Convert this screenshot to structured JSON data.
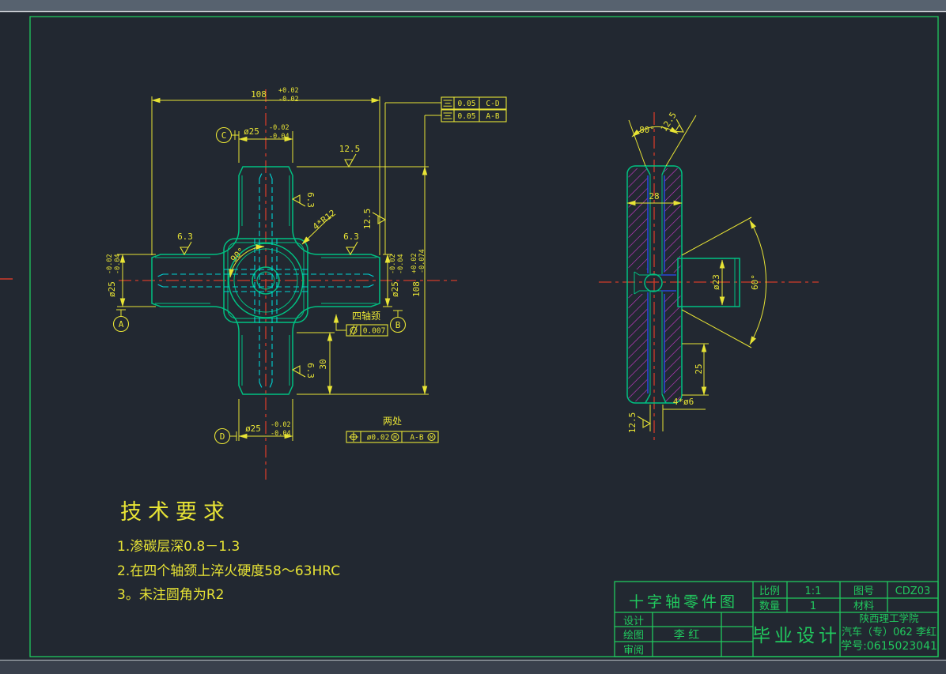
{
  "colors": {
    "background": "#222831",
    "object_green": "#00c182",
    "frame_green": "#21c95e",
    "dim_yellow": "#e8e435",
    "hidden_cyan": "#00d4d4",
    "center_red": "#d23b2a",
    "hatch_magenta": "#cf3ccf",
    "section_blue": "#2749d6"
  },
  "main_view": {
    "dims": {
      "overall_width": {
        "value": "108",
        "tol_up": "+0.02",
        "tol_low": "-0.02"
      },
      "overall_height": {
        "value": "108",
        "tol_up": "+0.02",
        "tol_low": "-0.074"
      },
      "journal_dia": {
        "value": "ø25",
        "tol_up": "-0.02",
        "tol_low": "-0.04"
      },
      "seat_length": "30",
      "fillet_note": "4*R12",
      "axis_angle": "90°"
    },
    "roughness": {
      "fine": "6.3",
      "coarse": "12.5"
    },
    "datums": {
      "a": "A",
      "b": "B",
      "c": "C",
      "d": "D"
    },
    "gdt": {
      "symmetry_1": {
        "value": "0.05",
        "datum": "C-D"
      },
      "symmetry_2": {
        "value": "0.05",
        "datum": "A-B"
      },
      "cylindricity": {
        "note": "四轴颈",
        "value": "0.007"
      },
      "position": {
        "note": "两处",
        "value": "ø0.02",
        "modifier": "M",
        "datum": "A-B"
      }
    }
  },
  "side_view": {
    "dims": {
      "hub_width": "28",
      "journal_dia": "ø23",
      "cone_angle": "60°",
      "chamfer_angle": "80°",
      "hole_depth": "25",
      "oil_holes": "4*ø6"
    },
    "roughness": "12.5"
  },
  "tech_requirements": {
    "title": "技术要求",
    "items": [
      "1.渗碳层深0.8－1.3",
      "2.在四个轴颈上淬火硬度58～63HRC",
      "3。未注圆角为R2"
    ]
  },
  "title_block": {
    "part_name": "十字轴零件图",
    "scale_label": "比例",
    "scale_value": "1:1",
    "qty_label": "数量",
    "qty_value": "1",
    "drawing_no_label": "图号",
    "drawing_no_value": "CDZ03",
    "material_label": "材料",
    "material_value": "",
    "design_label": "设计",
    "design_value": "",
    "draft_label": "绘图",
    "draft_value": "李 红",
    "review_label": "审阅",
    "review_value": "",
    "project_name": "毕业设计",
    "school": "陕西理工学院",
    "class_info": "汽车（专）062 李红",
    "student_id": "学号:0615023041"
  }
}
